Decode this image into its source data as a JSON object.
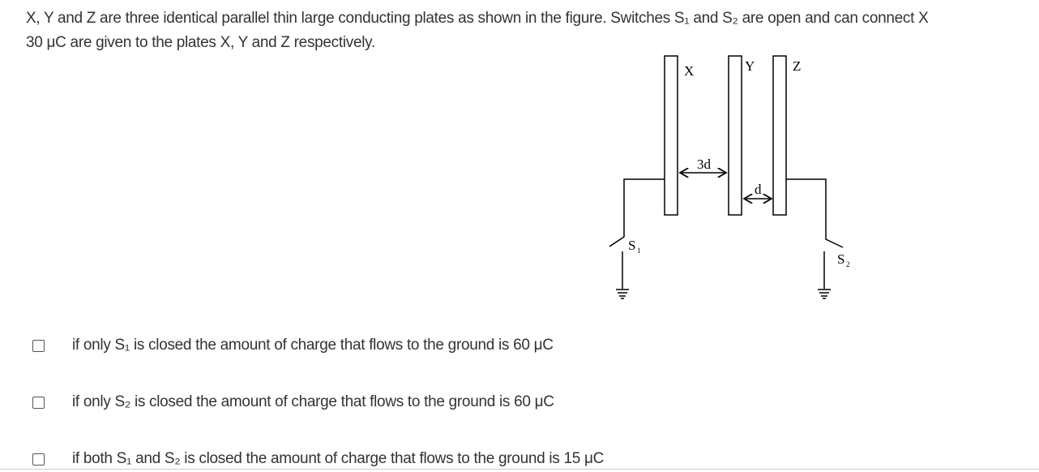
{
  "question": {
    "line1": "X, Y and Z are three identical parallel thin large conducting plates as shown in the figure. Switches S₁ and S₂ are open and can connect X",
    "line2": "30 μC are given to the plates X, Y and Z respectively."
  },
  "figure": {
    "plate_x": "X",
    "plate_y": "Y",
    "plate_z": "Z",
    "gap_xy": "3d",
    "gap_yz": "d",
    "switch1": "S",
    "switch1_sub": "1",
    "switch2": "S",
    "switch2_sub": "2"
  },
  "options": [
    {
      "label": "if only S₁ is closed the amount of charge that flows to the ground is 60 μC",
      "checked": false
    },
    {
      "label": "if only S₂ is closed the amount of charge that flows to the ground is  60 μC",
      "checked": false
    },
    {
      "label": "if both S₁ and S₂ is closed the amount of charge that flows to the ground is 15 μC",
      "checked": false
    }
  ]
}
